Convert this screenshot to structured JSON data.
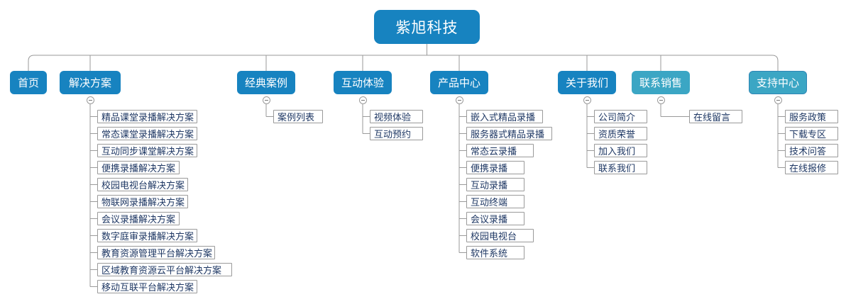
{
  "diagram": {
    "type": "sitemap-tree",
    "title": "紫旭科技",
    "edge_color": "#9a9a9a",
    "node_color": "#1783C0",
    "node_color_alt": "#3BA6C4",
    "leaf_text_color": "#1F3864",
    "leaf_border_color": "#9a9a9a",
    "background": "#ffffff"
  },
  "root": {
    "label": "紫旭科技"
  },
  "branches": [
    {
      "label": "首页",
      "color": "#1783C0",
      "collapsible": false,
      "children": []
    },
    {
      "label": "解决方案",
      "color": "#1783C0",
      "collapsible": true,
      "children": [
        {
          "label": "精品课堂录播解决方案"
        },
        {
          "label": "常态课堂录播解决方案"
        },
        {
          "label": "互动同步课堂解决方案"
        },
        {
          "label": "便携录播解决方案"
        },
        {
          "label": "校园电视台解决方案"
        },
        {
          "label": "物联网录播解决方案"
        },
        {
          "label": "会议录播解决方案"
        },
        {
          "label": "数字庭审录播解决方案"
        },
        {
          "label": "教育资源管理平台解决方案"
        },
        {
          "label": "区域教育资源云平台解决方案"
        },
        {
          "label": "移动互联平台解决方案"
        }
      ]
    },
    {
      "label": "经典案例",
      "color": "#1783C0",
      "collapsible": true,
      "children": [
        {
          "label": "案例列表"
        }
      ]
    },
    {
      "label": "互动体验",
      "color": "#1783C0",
      "collapsible": true,
      "children": [
        {
          "label": "视频体验"
        },
        {
          "label": "互动预约"
        }
      ]
    },
    {
      "label": "产品中心",
      "color": "#1783C0",
      "collapsible": true,
      "children": [
        {
          "label": "嵌入式精品录播"
        },
        {
          "label": "服务器式精品录播"
        },
        {
          "label": "常态云录播"
        },
        {
          "label": "便携录播"
        },
        {
          "label": "互动录播"
        },
        {
          "label": "互动终端"
        },
        {
          "label": "会议录播"
        },
        {
          "label": "校园电视台"
        },
        {
          "label": "软件系统"
        }
      ]
    },
    {
      "label": "关于我们",
      "color": "#1783C0",
      "collapsible": true,
      "children": [
        {
          "label": "公司简介"
        },
        {
          "label": "资质荣誉"
        },
        {
          "label": "加入我们"
        },
        {
          "label": "联系我们"
        }
      ]
    },
    {
      "label": "联系销售",
      "color": "#3BA6C4",
      "collapsible": true,
      "children": [
        {
          "label": "在线留言"
        }
      ]
    },
    {
      "label": "支持中心",
      "color": "#3BA6C4",
      "collapsible": true,
      "children": [
        {
          "label": "服务政策"
        },
        {
          "label": "下载专区"
        },
        {
          "label": "技术问答"
        },
        {
          "label": "在线报修"
        }
      ]
    }
  ]
}
